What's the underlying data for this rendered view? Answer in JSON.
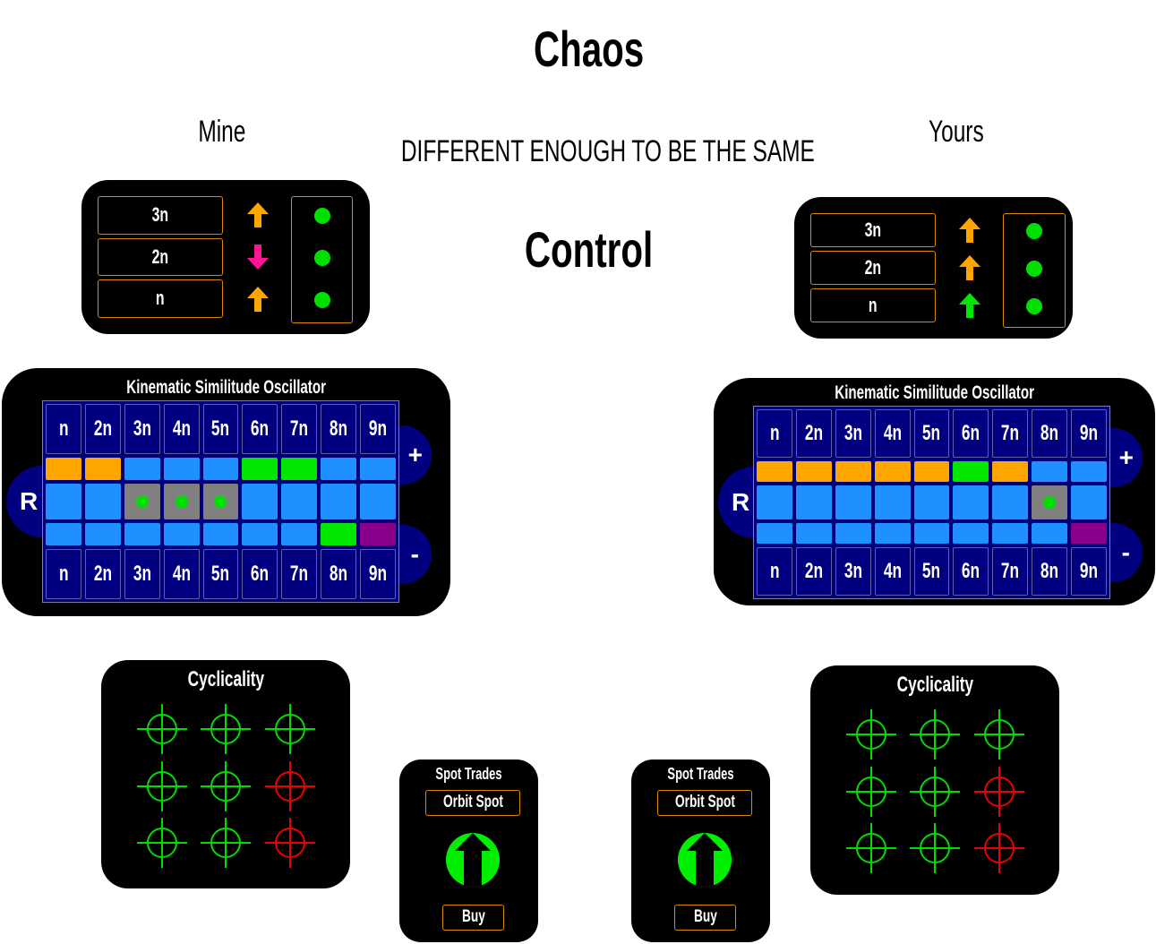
{
  "title": "Chaos",
  "subtitle": "DIFFERENT ENOUGH TO BE THE SAME",
  "center_label": "Control",
  "colors": {
    "orange": "#ffa500",
    "blue": "#1e90ff",
    "green": "#00e600",
    "gray": "#808080",
    "purple": "#8b008b",
    "pink": "#ff1493",
    "navy": "#000080",
    "border": "#d98a00"
  },
  "mine": {
    "label": "Mine",
    "harmonics": [
      {
        "label": "3n",
        "arrow": "up",
        "arrow_color": "orange"
      },
      {
        "label": "2n",
        "arrow": "down",
        "arrow_color": "pink"
      },
      {
        "label": "n",
        "arrow": "up",
        "arrow_color": "orange"
      }
    ],
    "oscillator": {
      "title": "Kinematic Similitude Oscillator",
      "labels": [
        "n",
        "2n",
        "3n",
        "4n",
        "5n",
        "6n",
        "7n",
        "8n",
        "9n"
      ],
      "rows": [
        [
          "orange",
          "orange",
          "blue",
          "blue",
          "blue",
          "green",
          "green",
          "blue",
          "blue"
        ],
        [
          "blue",
          "blue",
          "gray-dot",
          "gray-dot",
          "gray-dot",
          "blue",
          "blue",
          "blue",
          "blue"
        ],
        [
          "blue",
          "blue",
          "blue",
          "blue",
          "blue",
          "blue",
          "blue",
          "green",
          "purple"
        ]
      ],
      "reset": "R",
      "plus": "+",
      "minus": "-"
    },
    "cyclicality": {
      "title": "Cyclicality",
      "states": [
        [
          "green",
          "green",
          "green"
        ],
        [
          "green",
          "green",
          "red"
        ],
        [
          "green",
          "green",
          "red"
        ]
      ]
    },
    "spot": {
      "title": "Spot Trades",
      "mode": "Orbit Spot",
      "action": "Buy"
    }
  },
  "yours": {
    "label": "Yours",
    "harmonics": [
      {
        "label": "3n",
        "arrow": "up",
        "arrow_color": "orange"
      },
      {
        "label": "2n",
        "arrow": "up",
        "arrow_color": "orange"
      },
      {
        "label": "n",
        "arrow": "up",
        "arrow_color": "green"
      }
    ],
    "oscillator": {
      "title": "Kinematic Similitude Oscillator",
      "labels": [
        "n",
        "2n",
        "3n",
        "4n",
        "5n",
        "6n",
        "7n",
        "8n",
        "9n"
      ],
      "rows": [
        [
          "orange",
          "orange",
          "orange",
          "orange",
          "orange",
          "green",
          "orange",
          "blue",
          "blue"
        ],
        [
          "blue",
          "blue",
          "blue",
          "blue",
          "blue",
          "blue",
          "blue",
          "gray-dot",
          "blue"
        ],
        [
          "blue",
          "blue",
          "blue",
          "blue",
          "blue",
          "blue",
          "blue",
          "blue",
          "purple"
        ]
      ],
      "reset": "R",
      "plus": "+",
      "minus": "-"
    },
    "cyclicality": {
      "title": "Cyclicality",
      "states": [
        [
          "green",
          "green",
          "green"
        ],
        [
          "green",
          "green",
          "red"
        ],
        [
          "green",
          "green",
          "red"
        ]
      ]
    },
    "spot": {
      "title": "Spot Trades",
      "mode": "Orbit Spot",
      "action": "Buy"
    }
  }
}
